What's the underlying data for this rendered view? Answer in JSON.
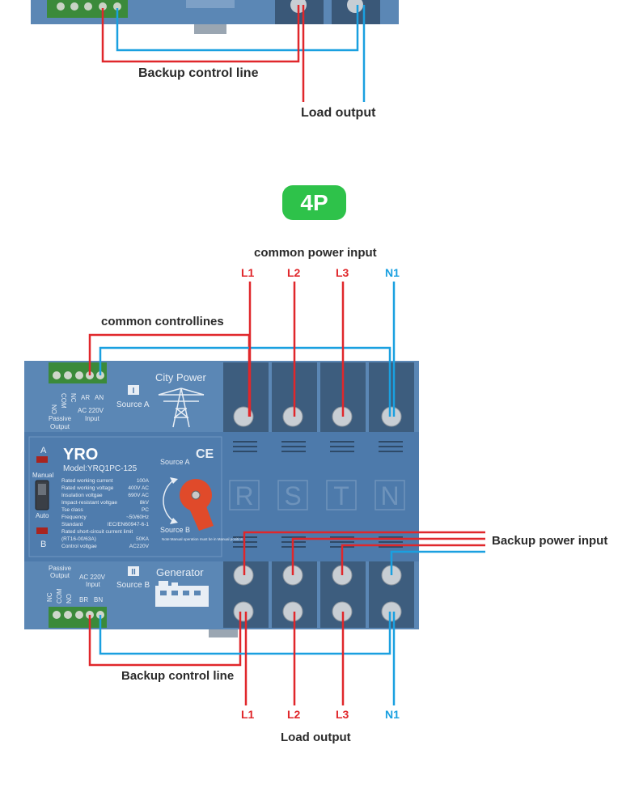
{
  "top_section": {
    "backup_control_line": "Backup control line",
    "load_output": "Load output"
  },
  "pill": {
    "label": "4P",
    "color": "#2ec24a"
  },
  "labels": {
    "common_power_input": "common power input",
    "common_controllines": "common controllines",
    "backup_power_input": "Backup power input",
    "backup_control_line": "Backup control line",
    "load_output": "Load output"
  },
  "terminals_top": [
    "L1",
    "L2",
    "L3",
    "N1"
  ],
  "terminals_bottom": [
    "L1",
    "L2",
    "L3",
    "N1"
  ],
  "device": {
    "brand": "YRO",
    "model": "Model:YRQ1PC-125",
    "ce_mark": "CE",
    "city_power": "City Power",
    "generator": "Generator",
    "source_a_roman": "I",
    "source_b_roman": "II",
    "source_a": "Source A",
    "source_b": "Source B",
    "handle_source_a": "Source A",
    "handle_source_b": "Source B",
    "top_block_labels": {
      "nc": "NC",
      "com": "COM",
      "no": "NO",
      "ar": "AR",
      "an": "AN",
      "ac": "AC 220V",
      "input": "Input",
      "passive": "Passive",
      "output": "Output"
    },
    "bottom_block_labels": {
      "passive": "Passive",
      "output": "Output",
      "ac": "AC 220V",
      "input": "Input",
      "nc": "NC",
      "com": "COM",
      "no": "NO",
      "br": "BR",
      "bn": "BN"
    },
    "indicator_a": "A",
    "indicator_b": "B",
    "manual": "Manual",
    "auto": "Auto",
    "phase_letters": [
      "R",
      "S",
      "T",
      "N"
    ],
    "specs": [
      {
        "name": "Rated working current",
        "value": "100A"
      },
      {
        "name": "Rated working voltage",
        "value": "400V AC"
      },
      {
        "name": "Insulation voltgae",
        "value": "690V AC"
      },
      {
        "name": "Impact-resistant voltgae",
        "value": "8kV"
      },
      {
        "name": "Tse class",
        "value": "PC"
      },
      {
        "name": "Frequency",
        "value": "~50/60Hz"
      },
      {
        "name": "Standard",
        "value": "IEC/EN60947-6-1"
      },
      {
        "name": "Rated short-circuit current limit",
        "value": ""
      },
      {
        "name": "(RT16-00/63A)",
        "value": "50KA"
      },
      {
        "name": "Control voltgae",
        "value": "AC220V"
      }
    ],
    "note": "Note:Manual operation must be in Manual position",
    "body_color": "#5b87b5",
    "mid_color": "#4d7aab"
  },
  "colors": {
    "red_line": "#e0272b",
    "blue_line": "#1aa0e0"
  }
}
